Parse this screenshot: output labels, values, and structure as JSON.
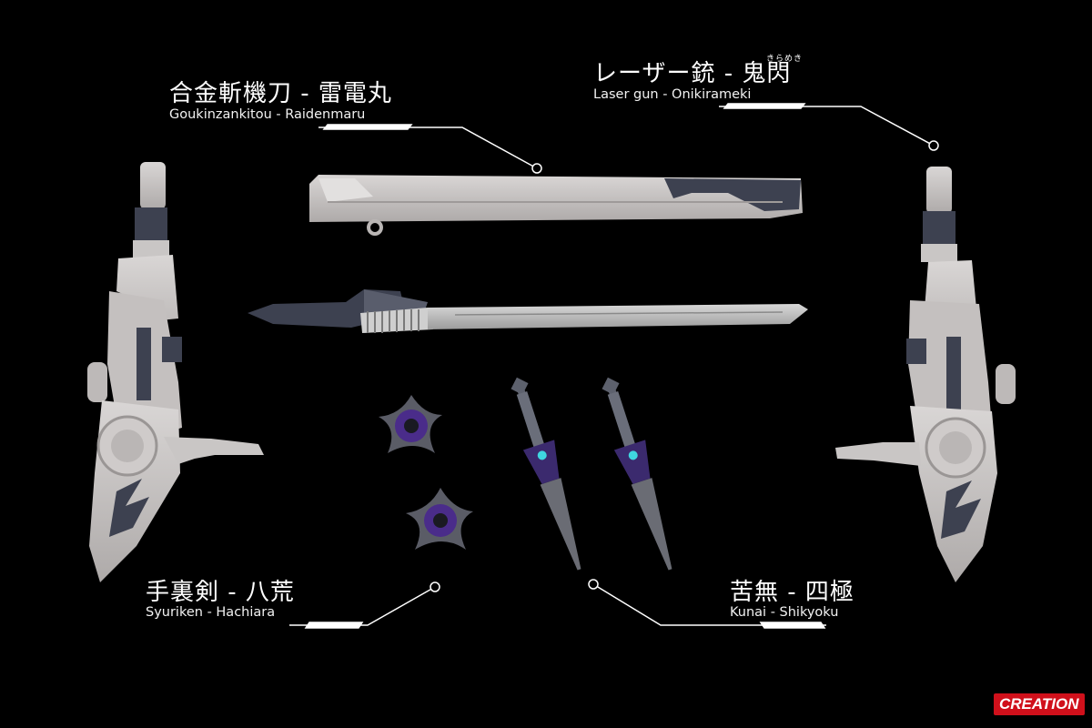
{
  "labels": {
    "sword": {
      "jp": "合金斬機刀 - 雷電丸",
      "en": "Goukinzankitou - Raidenmaru"
    },
    "laser": {
      "jp": "レーザー銃 - 鬼閃",
      "en": "Laser gun - Onikirameki",
      "ruby": "きらめき"
    },
    "shuriken": {
      "jp": "手裏剣 - 八荒",
      "en": "Syuriken - Hachiara"
    },
    "kunai": {
      "jp": "苦無 - 四極",
      "en": "Kunai - Shikyoku"
    }
  },
  "brand": {
    "logo_text": "CREATION"
  },
  "colors": {
    "background": "#000000",
    "part_light": "#c9c6c5",
    "part_dark": "#3d4150",
    "accent_purple": "#4a2c8a",
    "accent_cyan": "#3fd6e0",
    "brand_red": "#d0101b"
  }
}
